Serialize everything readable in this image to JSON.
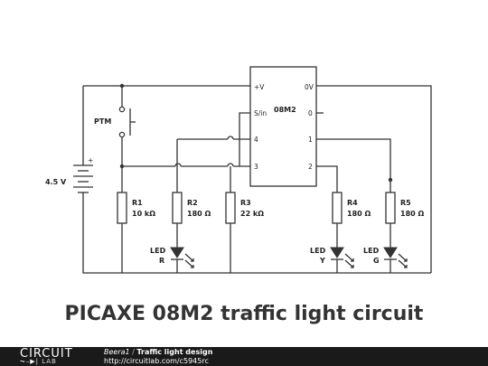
{
  "chip": {
    "name": "08M2",
    "pin_vplus": "+V",
    "pin_0v": "0V",
    "pin_sin": "S/in",
    "pin_0": "0",
    "pin_4": "4",
    "pin_1": "1",
    "pin_3": "3",
    "pin_2": "2"
  },
  "battery": {
    "label": "4.5 V",
    "plus": "+"
  },
  "switch": {
    "label": "PTM"
  },
  "resistors": [
    {
      "name": "R1",
      "value": "10 kΩ"
    },
    {
      "name": "R2",
      "value": "180 Ω"
    },
    {
      "name": "R3",
      "value": "22 kΩ"
    },
    {
      "name": "R4",
      "value": "180 Ω"
    },
    {
      "name": "R5",
      "value": "180 Ω"
    }
  ],
  "leds": [
    {
      "label": "LED",
      "color_letter": "R"
    },
    {
      "label": "LED",
      "color_letter": "Y"
    },
    {
      "label": "LED",
      "color_letter": "G"
    }
  ],
  "title": "PICAXE 08M2 traffic light circuit",
  "footer": {
    "logo_top": "CIRCUIT",
    "logo_bottom": "LAB",
    "author": "Beera1",
    "separator": "/",
    "design_name": "Traffic light design",
    "url": "http://circuitlab.com/c5945rc"
  }
}
